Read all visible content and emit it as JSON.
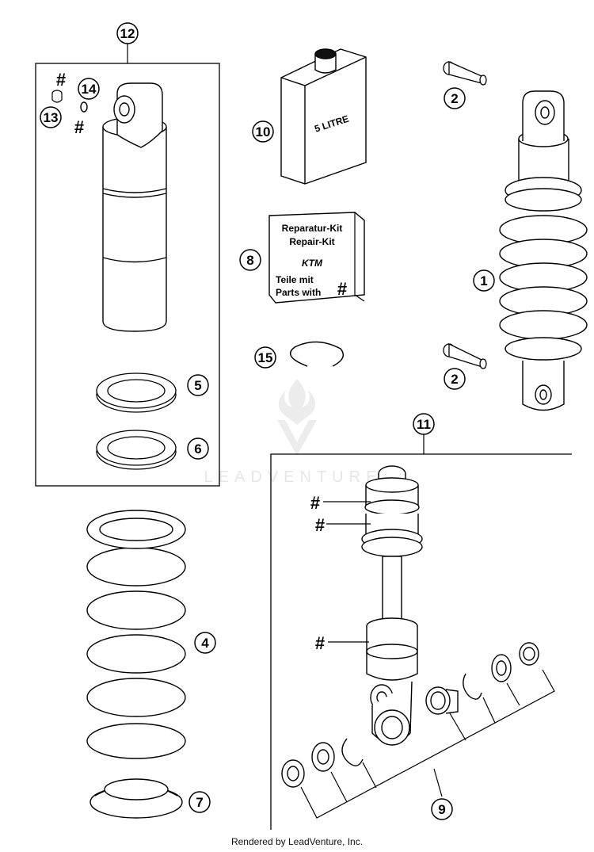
{
  "callouts": [
    {
      "id": "c1",
      "label": "1"
    },
    {
      "id": "c2a",
      "label": "2"
    },
    {
      "id": "c2b",
      "label": "2"
    },
    {
      "id": "c4",
      "label": "4"
    },
    {
      "id": "c5",
      "label": "5"
    },
    {
      "id": "c6",
      "label": "6"
    },
    {
      "id": "c7",
      "label": "7"
    },
    {
      "id": "c8",
      "label": "8"
    },
    {
      "id": "c9",
      "label": "9"
    },
    {
      "id": "c10",
      "label": "10"
    },
    {
      "id": "c11",
      "label": "11"
    },
    {
      "id": "c12",
      "label": "12"
    },
    {
      "id": "c13",
      "label": "13"
    },
    {
      "id": "c14",
      "label": "14"
    },
    {
      "id": "c15",
      "label": "15"
    }
  ],
  "hash_mark": "#",
  "oil_can_label": "5 LITRE",
  "repair_kit": {
    "line1": "Reparatur-Kit",
    "line2": "Repair-Kit",
    "brand": "KTM",
    "line3": "Teile mit",
    "line4": "Parts with",
    "symbol": "#"
  },
  "watermark": "LEADVENTURE",
  "footer": "Rendered by LeadVenture, Inc."
}
